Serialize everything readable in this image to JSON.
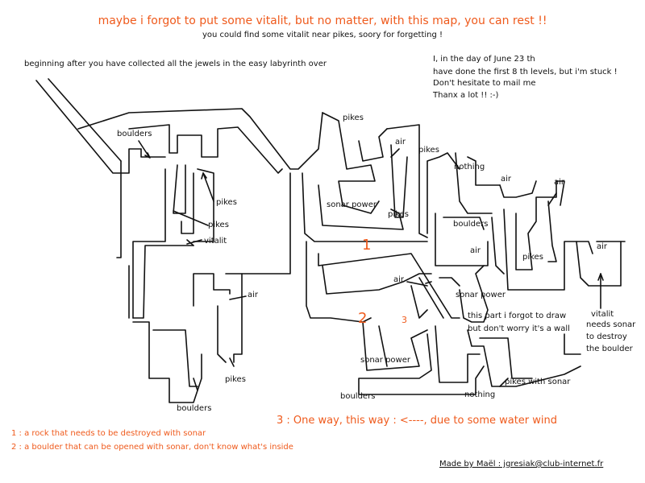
{
  "header": {
    "title": "maybe i forgot to put some vitalit, but no matter, with this map, you can rest !!",
    "subtitle": "you could find some vitalit near pikes, soory for forgetting !"
  },
  "intro": "beginning after you have collected all the jewels in the easy labyrinth over",
  "note": {
    "line1": "I, in the day of June 23 th",
    "line2": "have done the first 8 th levels, but i'm stuck !",
    "line3": "Don't hesitate to mail me",
    "line4": "Thanx a lot !!  :-)"
  },
  "labels": {
    "boulders_top": "boulders",
    "pikes_left1": "pikes",
    "pikes_left2": "pikes",
    "vitalit_left": "vitalit",
    "air_left": "air",
    "pikes_bottom_left": "pikes",
    "boulders_bottom_left": "boulders",
    "pikes_center_top": "pikes",
    "air_center": "air",
    "pikes_center": "pikes",
    "sonar_power_center": "sonar power",
    "pikes_center2": "pikes",
    "nothing_right": "nothing",
    "air_right1": "air",
    "air_right2": "air",
    "boulders_right": "boulders",
    "air_right3": "air",
    "pikes_right": "pikes",
    "air_far_right": "air",
    "air_mid": "air",
    "sonar_power_mid": "sonar power",
    "forgot_line1": "this part i forgot to draw",
    "forgot_line2": "but don't worry it's a wall",
    "vitalit_right_1": "vitalit",
    "vitalit_right_2": "needs sonar",
    "vitalit_right_3": "to destroy",
    "vitalit_right_4": "the boulder",
    "sonar_power_bottom": "sonar power",
    "boulders_bottom": "boulders",
    "nothing_bottom": "nothing",
    "pikes_with_sonar": "pikes with sonar"
  },
  "markers": {
    "one": "1",
    "two": "2",
    "three": "3"
  },
  "legend": {
    "one_way": "3 : One way, this way :  <----, due to some water wind",
    "item1": "1 : a rock that needs to be destroyed with sonar",
    "item2": "2 : a boulder that can be opened with sonar, don't know what's inside"
  },
  "credit": "Made by Maël :    jgresiak@club-internet.fr",
  "colors": {
    "accent": "#ef5a1c",
    "ink": "#111111"
  }
}
